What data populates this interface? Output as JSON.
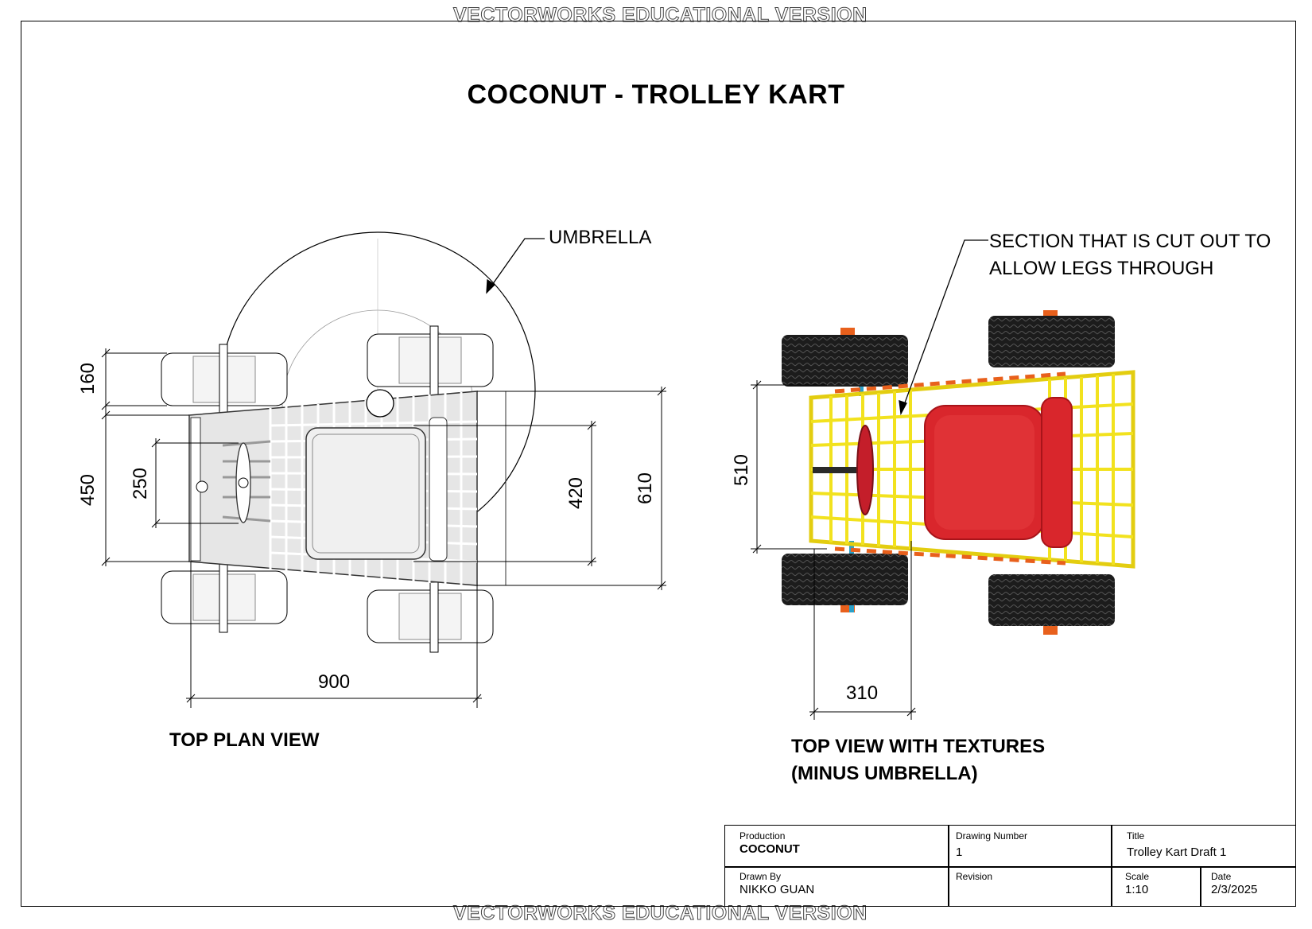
{
  "watermark": "VECTORWORKS EDUCATIONAL VERSION",
  "title": "COCONUT - TROLLEY KART",
  "views": {
    "left_label": "TOP PLAN VIEW",
    "right_label_line1": "TOP VIEW WITH TEXTURES",
    "right_label_line2": "(MINUS UMBRELLA)"
  },
  "callouts": {
    "umbrella": "UMBRELLA",
    "section_line1": "SECTION THAT IS CUT OUT TO",
    "section_line2": "ALLOW LEGS THROUGH"
  },
  "dimensions": {
    "d160": "160",
    "d450": "450",
    "d250": "250",
    "d420": "420",
    "d610": "610",
    "d900": "900",
    "d510": "510",
    "d310": "310"
  },
  "title_block": {
    "production_caption": "Production",
    "production_value": "COCONUT",
    "drawing_number_caption": "Drawing Number",
    "drawing_number_value": "1",
    "title_caption": "Title",
    "title_value": "Trolley Kart Draft 1",
    "drawn_by_caption": "Drawn By",
    "drawn_by_value": "NIKKO GUAN",
    "revision_caption": "Revision",
    "revision_value": "",
    "scale_caption": "Scale",
    "scale_value": "1:10",
    "date_caption": "Date",
    "date_value": "2/3/2025"
  },
  "colors": {
    "frame_yellow": "#f2e21e",
    "seat_red": "#d9262c",
    "tyre_black": "#1c1c1c",
    "axle_orange": "#e8601c",
    "axle_blue": "#2aa0c8"
  }
}
